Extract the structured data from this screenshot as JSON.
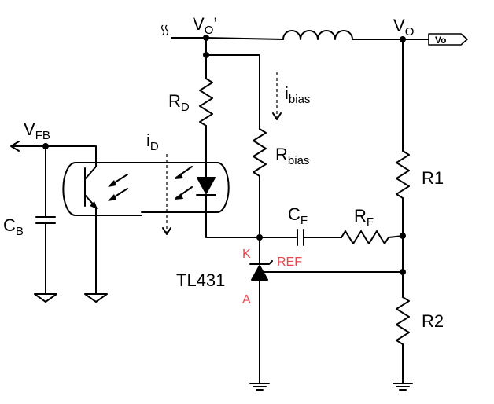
{
  "labels": {
    "vo_prime": {
      "main": "V",
      "sub": "O",
      "tail": "’"
    },
    "vo": {
      "main": "V",
      "sub": "O"
    },
    "vo_tag": "Vo",
    "vfb": {
      "main": "V",
      "sub": "FB"
    },
    "rd": {
      "main": "R",
      "sub": "D"
    },
    "ibias": {
      "main": "i",
      "sub": "bias"
    },
    "id": {
      "main": "i",
      "sub": "D"
    },
    "rbias": {
      "main": "R",
      "sub": "bias"
    },
    "r1": "R1",
    "r2": "R2",
    "cf": {
      "main": "C",
      "sub": "F"
    },
    "rf": {
      "main": "R",
      "sub": "F"
    },
    "cb": {
      "main": "C",
      "sub": "B"
    },
    "tl431": "TL431",
    "pin_k": "K",
    "pin_a": "A",
    "pin_ref": "REF"
  },
  "colors": {
    "wire": "#000000",
    "pin_label": "#e8474c"
  }
}
